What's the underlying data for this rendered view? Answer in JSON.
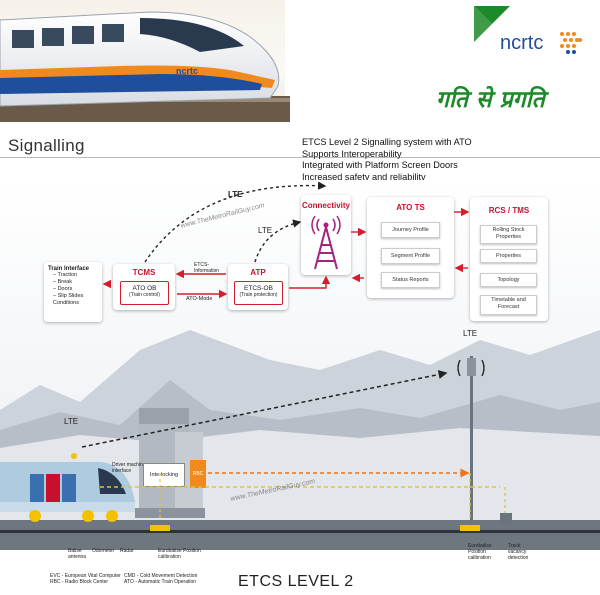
{
  "header": {
    "brand_text": "ncrtc",
    "train_livery_text": "ncrtc",
    "slogan": "गति से प्रगति"
  },
  "signalling": {
    "title": "Signalling",
    "etcs_lines": [
      "ETCS Level 2 Signalling system with ATO",
      "Supports Interoperability",
      "Integrated with Platform Screen Doors",
      "Increased safety and reliability"
    ]
  },
  "diagram": {
    "lte_top": "LTE",
    "lte_connectivity": "LTE",
    "connectivity": {
      "title": "Connectivity"
    },
    "ato_ts": {
      "title": "ATO TS",
      "items": [
        "Journey Profile",
        "Segment Profile",
        "Status Reports"
      ]
    },
    "rcs_tms": {
      "title": "RCS / TMS",
      "items": [
        "Rolling Stock Properties",
        "Properties",
        "Topology",
        "Timetable and Forecast"
      ]
    },
    "atp": {
      "title": "ATP",
      "inner_title": "ETCS-OB",
      "inner_sub": "(Train protection)"
    },
    "tcms": {
      "title": "TCMS",
      "inner_title": "ATO OB",
      "inner_sub": "(Train control)"
    },
    "etcs_information": "ETCS-Information",
    "ato_mode": "ATO-Mode",
    "train_interface": {
      "title": "Train Interface",
      "items": [
        "– Traction",
        "– Break",
        "– Doors",
        "– Slip Slides Conditions"
      ]
    },
    "watermark": "www.TheMetroRailGuy.com"
  },
  "track": {
    "lte_train": "LTE",
    "lte_mast": "LTE",
    "interlocking": "Interlocking",
    "rbc": "RBC",
    "driver_interface": "Driver machine interface",
    "watermark": "www.TheMetroRailGuy.com",
    "bottom_labels": [
      "Balise antenna",
      "Odometer",
      "Radar",
      "Eurobalise Position calibration",
      "Eurobalise Position calibration",
      "Track vacancy detection"
    ],
    "legend_left": [
      "EVC - European Vital Computer",
      "RBC - Radio Block Center"
    ],
    "legend_right": [
      "CMD - Cold Movement Detection",
      "ATO - Automatic Train Operation"
    ],
    "footer_title": "ETCS LEVEL 2"
  },
  "colors": {
    "accent_red": "#d71c2c",
    "slogan_green": "#1d8a2a",
    "brand_blue": "#1f4e9c",
    "brand_orange": "#f08a1c"
  }
}
